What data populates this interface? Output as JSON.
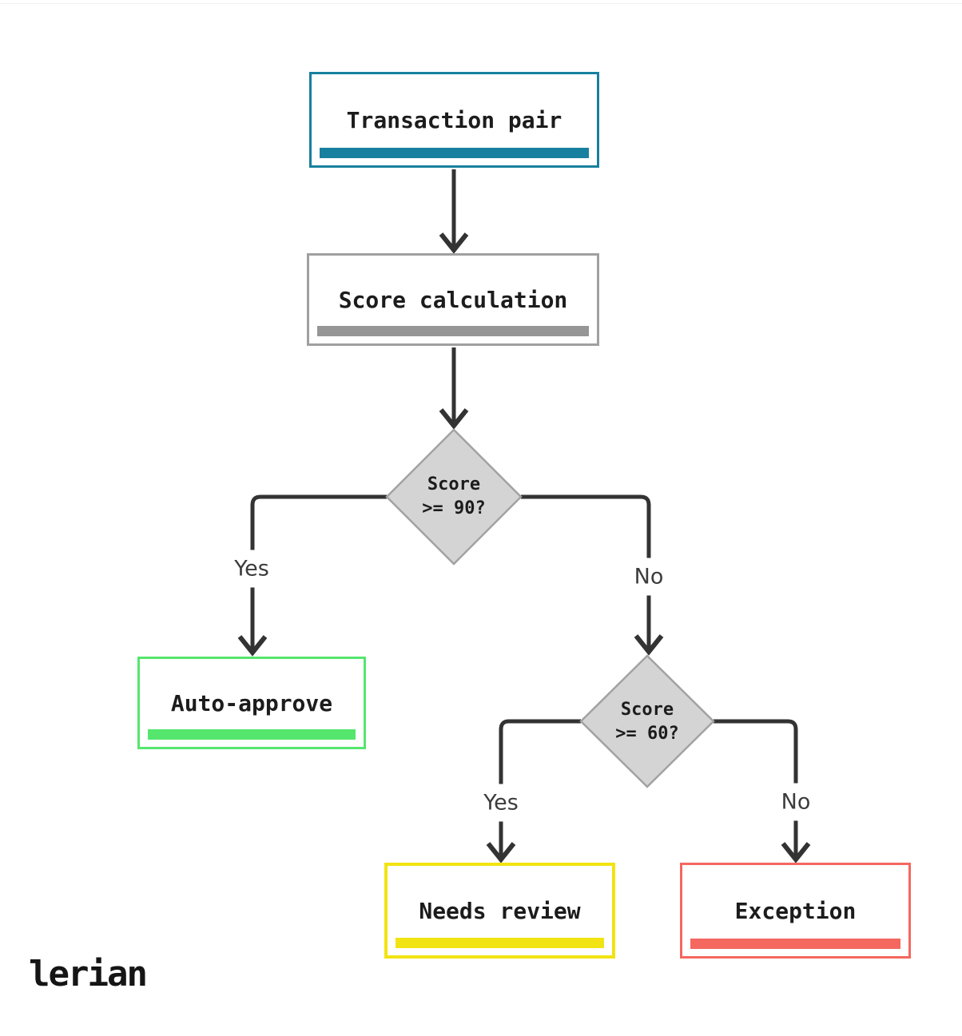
{
  "diagram": {
    "type": "flowchart",
    "flow": {
      "nodes": {
        "transaction_pair": {
          "label": "Transaction pair",
          "kind": "start",
          "accent": "#17809e"
        },
        "score_calculation": {
          "label": "Score calculation",
          "kind": "process",
          "accent": "#969696"
        },
        "score_gte_90": {
          "line1": "Score",
          "line2": ">= 90?",
          "kind": "decision"
        },
        "auto_approve": {
          "label": "Auto-approve",
          "kind": "result",
          "accent": "#55e66e"
        },
        "score_gte_60": {
          "line1": "Score",
          "line2": ">= 60?",
          "kind": "decision"
        },
        "needs_review": {
          "label": "Needs review",
          "kind": "result",
          "accent": "#f2e312"
        },
        "exception": {
          "label": "Exception",
          "kind": "result",
          "accent": "#f4685f"
        }
      },
      "edges": [
        {
          "from": "transaction_pair",
          "to": "score_calculation",
          "label": ""
        },
        {
          "from": "score_calculation",
          "to": "score_gte_90",
          "label": ""
        },
        {
          "from": "score_gte_90",
          "to": "auto_approve",
          "label": "Yes"
        },
        {
          "from": "score_gte_90",
          "to": "score_gte_60",
          "label": "No"
        },
        {
          "from": "score_gte_60",
          "to": "needs_review",
          "label": "Yes"
        },
        {
          "from": "score_gte_60",
          "to": "exception",
          "label": "No"
        }
      ]
    }
  },
  "branding": {
    "logo_text": "lerian"
  },
  "colors": {
    "teal": "#17809e",
    "gray": "#a0a0a0",
    "green": "#55e66e",
    "yellow": "#f2e312",
    "red": "#f4685f",
    "line": "#333333",
    "diamond_fill": "#d4d4d4",
    "diamond_stroke": "#a2a2a2"
  }
}
